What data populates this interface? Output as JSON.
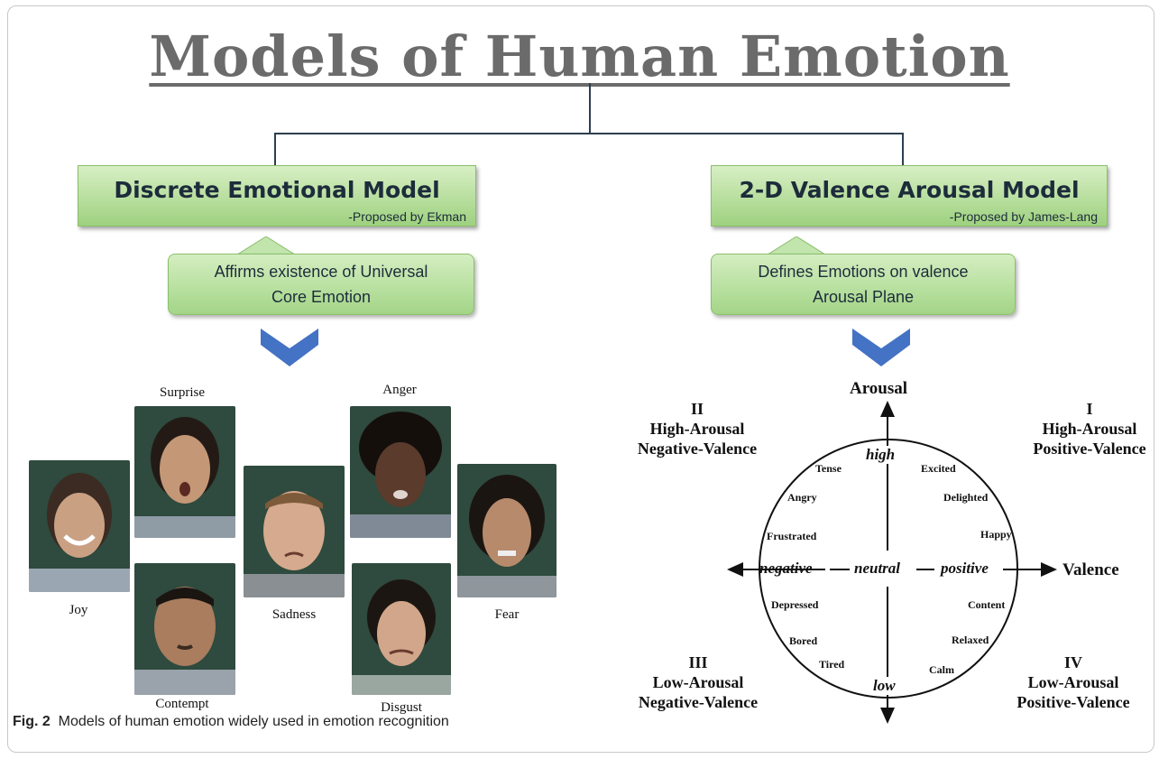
{
  "title": "Models of Human Emotion",
  "left_model": {
    "title": "Discrete Emotional Model",
    "proposer": "-Proposed by Ekman",
    "callout": [
      "Affirms existence of Universal",
      "Core Emotion"
    ],
    "faces": [
      "Surprise",
      "Anger",
      "Joy",
      "Sadness",
      "Fear",
      "Contempt",
      "Disgust"
    ]
  },
  "right_model": {
    "title": "2-D Valence Arousal Model",
    "proposer": "-Proposed by James-Lang",
    "callout": [
      "Defines Emotions on valence",
      "Arousal Plane"
    ]
  },
  "plane": {
    "y_axis": "Arousal",
    "x_axis": "Valence",
    "high": "high",
    "low": "low",
    "negative": "negative",
    "neutral": "neutral",
    "positive": "positive",
    "quadrants": {
      "q1": [
        "I",
        "High-Arousal",
        "Positive-Valence"
      ],
      "q2": [
        "II",
        "High-Arousal",
        "Negative-Valence"
      ],
      "q3": [
        "III",
        "Low-Arousal",
        "Negative-Valence"
      ],
      "q4": [
        "IV",
        "Low-Arousal",
        "Positive-Valence"
      ]
    },
    "emotions": [
      "Tense",
      "Angry",
      "Frustrated",
      "Excited",
      "Delighted",
      "Happy",
      "Depressed",
      "Bored",
      "Tired",
      "Content",
      "Relaxed",
      "Calm"
    ]
  },
  "caption": {
    "label": "Fig. 2",
    "text": "Models of human emotion widely used in emotion recognition"
  },
  "colors": {
    "box_green": "#a6d78a",
    "chevron_blue": "#4472c4",
    "face_background": "#2f4a3e",
    "title_gray": "#6b6b6b"
  }
}
